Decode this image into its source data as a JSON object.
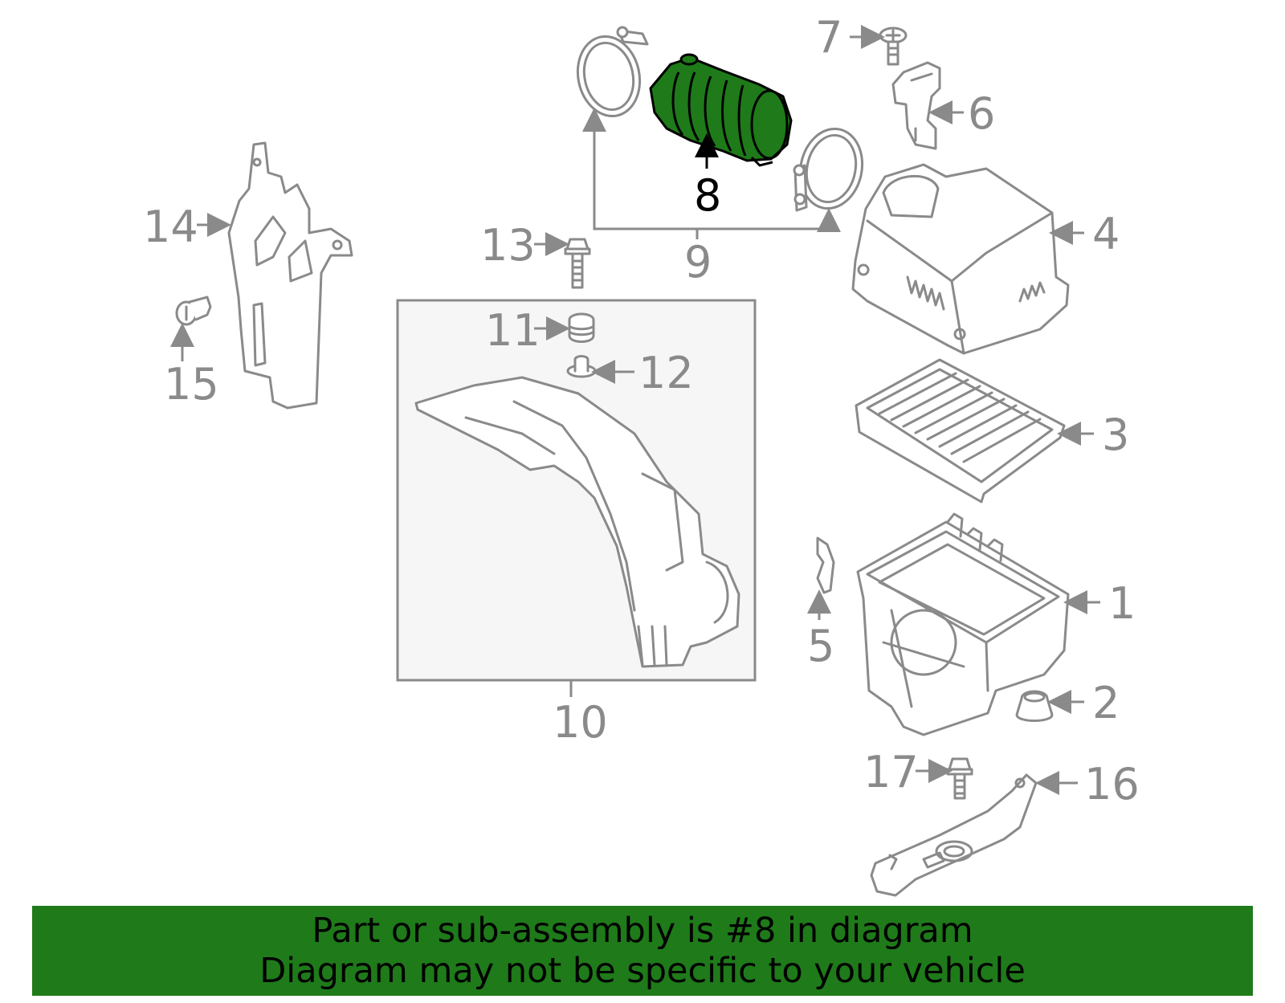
{
  "callouts": {
    "c1": "1",
    "c2": "2",
    "c3": "3",
    "c4": "4",
    "c5": "5",
    "c6": "6",
    "c7": "7",
    "c8": "8",
    "c9": "9",
    "c10": "10",
    "c11": "11",
    "c12": "12",
    "c13": "13",
    "c14": "14",
    "c15": "15",
    "c16": "16",
    "c17": "17"
  },
  "highlight": {
    "part": "8",
    "color": "#1f7a1a"
  },
  "colors": {
    "line": "#8a8a8a",
    "banner_bg": "#1f7a1a",
    "box_bg": "#f6f6f6"
  },
  "banner": {
    "line1": "Part or sub-assembly is #8 in diagram",
    "line2": "Diagram may not be specific to your vehicle"
  }
}
